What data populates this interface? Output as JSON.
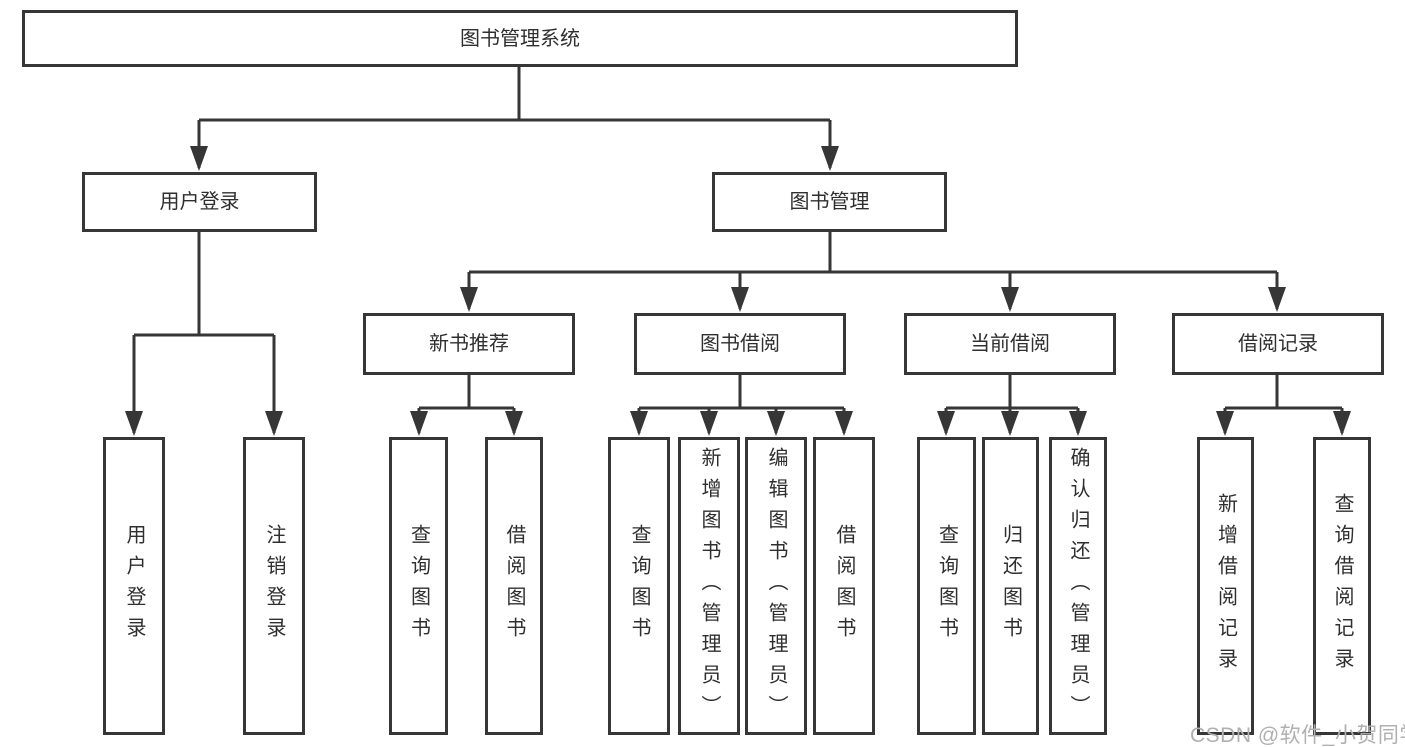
{
  "diagram": {
    "title": "图书管理系统",
    "level2": {
      "user_login": "用户登录",
      "book_management": "图书管理"
    },
    "level3": {
      "new_book_recommend": "新书推荐",
      "book_borrowing": "图书借阅",
      "current_borrowing": "当前借阅",
      "borrowing_records": "借阅记录"
    },
    "leaves": {
      "login": "用户登录",
      "logout": "注销登录",
      "nbr_query_book": "查询图书",
      "nbr_borrow_book": "借阅图书",
      "bb_query_book": "查询图书",
      "bb_add_book": "新增图书（管理员）",
      "bb_edit_book": "编辑图书（管理员）",
      "bb_borrow_book": "借阅图书",
      "cb_query_book": "查询图书",
      "cb_return_book": "归还图书",
      "cb_confirm_return": "确认归还（管理员）",
      "br_add_record": "新增借阅记录",
      "br_query_record": "查询借阅记录"
    }
  },
  "watermark": {
    "text": "CSDN @软件_小贺同学"
  },
  "colors": {
    "line": "#363636",
    "text": "#2f2f2f",
    "box_fill": "#ffffff",
    "watermark": "#b0b0b0",
    "background": "#ffffff"
  }
}
